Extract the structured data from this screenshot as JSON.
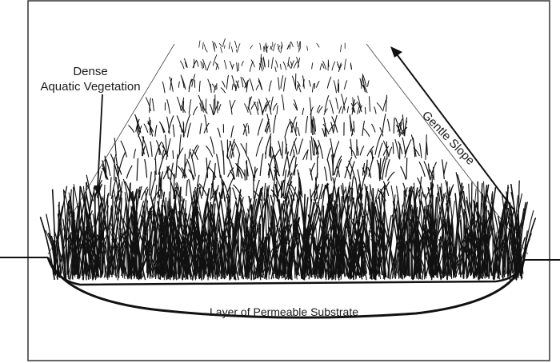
{
  "diagram": {
    "labels": {
      "vegetation_line1": "Dense",
      "vegetation_line2": "Aquatic Vegetation",
      "slope": "Gentle Slope",
      "substrate": "Layer of Permeable Substrate"
    },
    "colors": {
      "ink": "#111111",
      "frame": "#333333",
      "background": "#ffffff"
    }
  }
}
